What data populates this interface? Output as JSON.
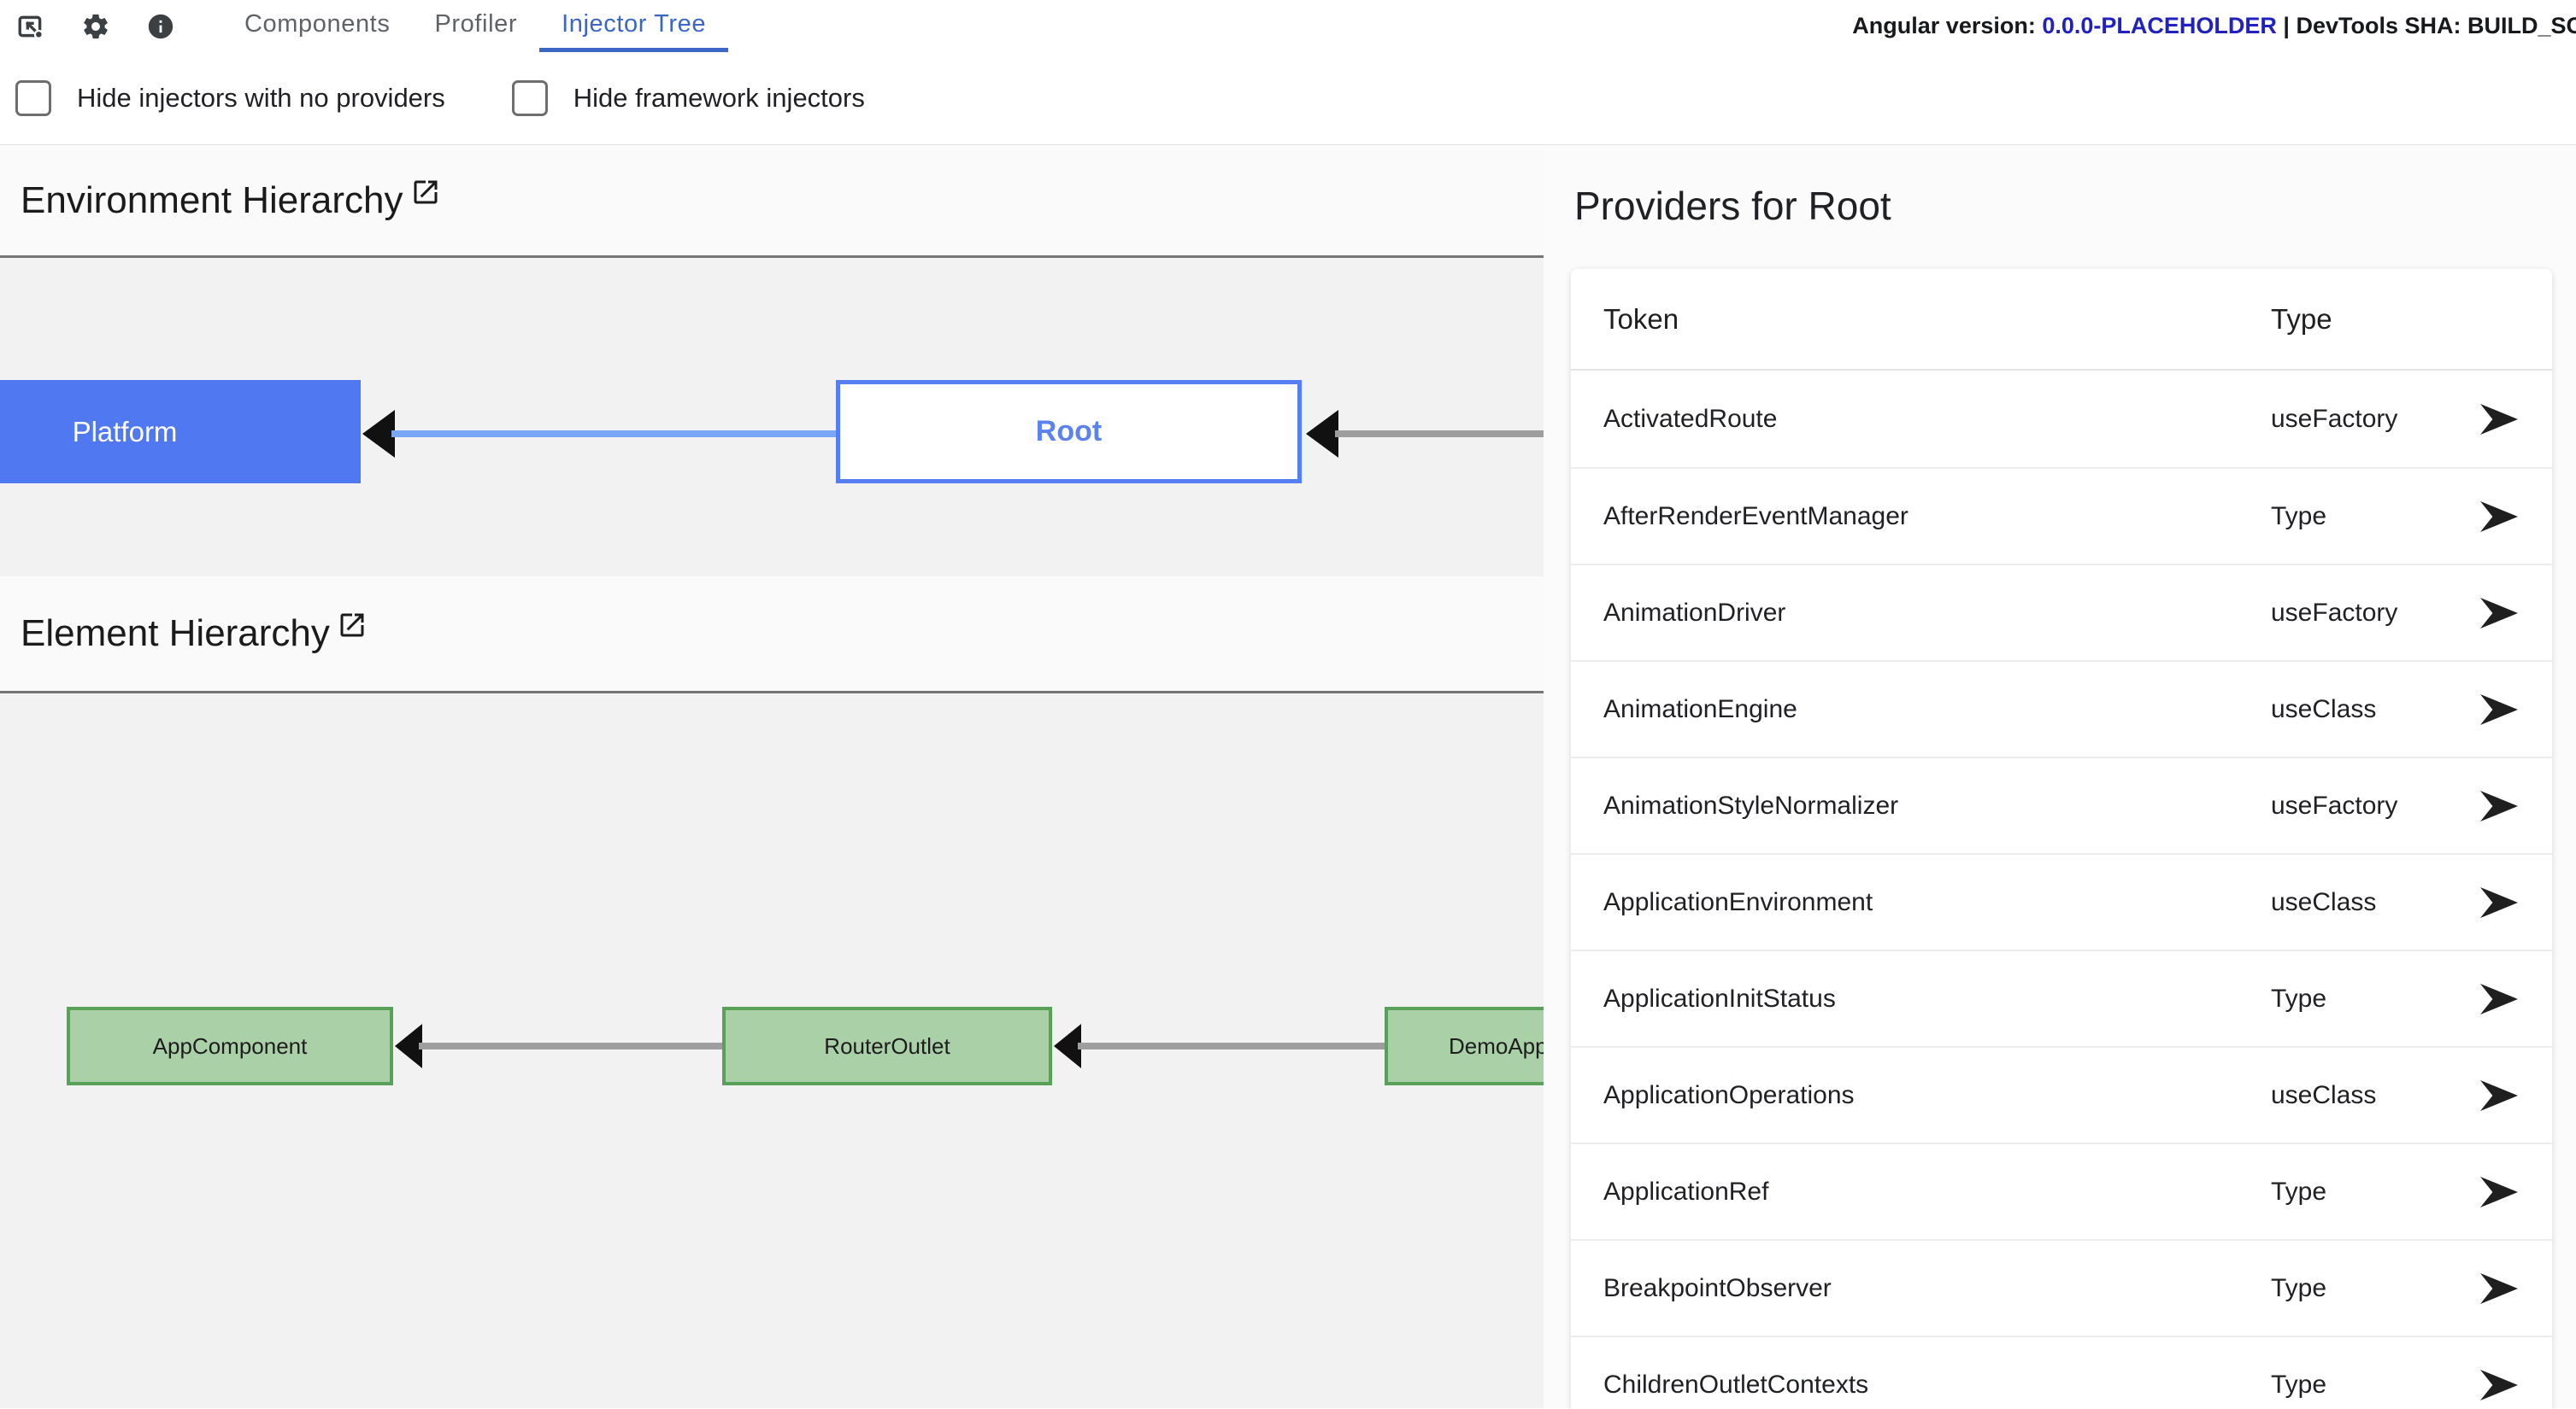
{
  "topbar": {
    "icons": [
      "inspect-element",
      "settings",
      "info"
    ],
    "tabs": [
      {
        "label": "Components",
        "active": false
      },
      {
        "label": "Profiler",
        "active": false
      },
      {
        "label": "Injector Tree",
        "active": true
      }
    ],
    "version_prefix": "Angular version: ",
    "version_value": "0.0.0-PLACEHOLDER",
    "version_suffix": " | DevTools SHA: BUILD_SC"
  },
  "filters": {
    "hide_no_providers": {
      "label": "Hide injectors with no providers",
      "checked": false
    },
    "hide_framework": {
      "label": "Hide framework injectors",
      "checked": false
    }
  },
  "environment": {
    "title": "Environment Hierarchy",
    "nodes": [
      {
        "label": "Platform",
        "style": "filled-blue"
      },
      {
        "label": "Root",
        "style": "outlined-blue"
      }
    ]
  },
  "element": {
    "title": "Element Hierarchy",
    "nodes": [
      {
        "label": "AppComponent"
      },
      {
        "label": "RouterOutlet"
      },
      {
        "label": "DemoAppComponent"
      }
    ]
  },
  "providers": {
    "title": "Providers for Root",
    "columns": [
      "Token",
      "Type"
    ],
    "rows": [
      {
        "token": "ActivatedRoute",
        "type": "useFactory"
      },
      {
        "token": "AfterRenderEventManager",
        "type": "Type"
      },
      {
        "token": "AnimationDriver",
        "type": "useFactory"
      },
      {
        "token": "AnimationEngine",
        "type": "useClass"
      },
      {
        "token": "AnimationStyleNormalizer",
        "type": "useFactory"
      },
      {
        "token": "ApplicationEnvironment",
        "type": "useClass"
      },
      {
        "token": "ApplicationInitStatus",
        "type": "Type"
      },
      {
        "token": "ApplicationOperations",
        "type": "useClass"
      },
      {
        "token": "ApplicationRef",
        "type": "Type"
      },
      {
        "token": "BreakpointObserver",
        "type": "Type"
      },
      {
        "token": "ChildrenOutletContexts",
        "type": "Type"
      }
    ]
  },
  "colors": {
    "accent_blue": "#5078f0",
    "node_border_blue": "#557ef2",
    "edge_blue": "#79a7f6",
    "tab_active_blue": "#3a66c4",
    "version_link_blue": "#2121bd",
    "node_green_fill": "#a9d0a7",
    "node_green_border": "#59a159",
    "edge_gray": "#9e9e9e",
    "section_divider": "#757575",
    "diagram_bg": "#f2f2f2",
    "header_bg": "#fafafa"
  }
}
